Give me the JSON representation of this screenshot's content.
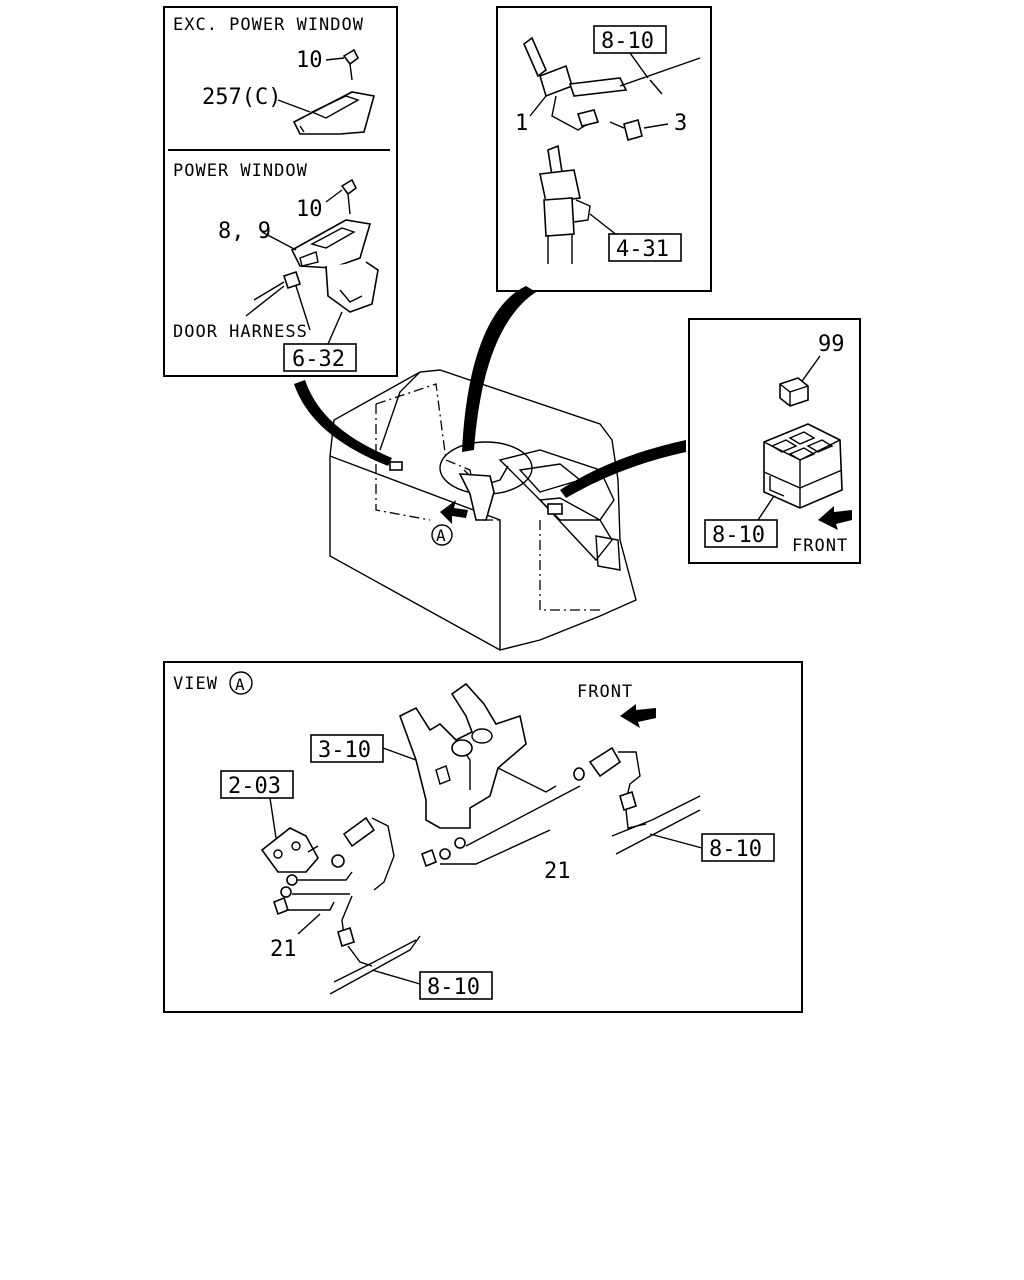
{
  "panels": {
    "switch_panel": {
      "exc_title": "EXC. POWER WINDOW",
      "pw_title": "POWER WINDOW",
      "door_harness": "DOOR HARNESS",
      "labels": {
        "screw_top": "10",
        "switch_exc": "257(C)",
        "screw_pw": "10",
        "switch_pw": "8, 9"
      },
      "ref": "6-32"
    },
    "column_panel": {
      "ref_top": "8-10",
      "ref_bottom": "4-31",
      "labels": {
        "switch": "1",
        "screw": "3"
      }
    },
    "relay_panel": {
      "label": "99",
      "ref": "8-10",
      "front": "FRONT"
    },
    "view_panel": {
      "title": "VIEW",
      "view_letter": "A",
      "front": "FRONT",
      "refs": {
        "bracket": "3-10",
        "pedal": "2-03",
        "harness_right": "8-10",
        "harness_bottom": "8-10"
      },
      "labels": {
        "clip_right": "21",
        "clip_left": "21"
      }
    }
  },
  "dashboard": {
    "view_letter": "A"
  }
}
